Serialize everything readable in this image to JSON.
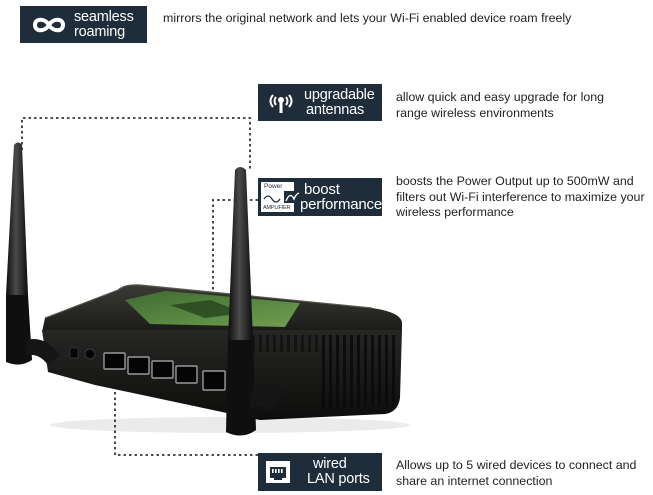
{
  "features": {
    "roaming": {
      "title_line1": "seamless",
      "title_line2": "roaming",
      "desc_line1": "mirrors the original network and lets your Wi-Fi enabled device roam freely",
      "icon": "infinity-icon"
    },
    "antennas": {
      "title_line1": "upgradable",
      "title_line2": "antennas",
      "desc_line1": "allow quick and easy upgrade for long",
      "desc_line2": "range wireless environments",
      "icon": "antenna-signal-icon"
    },
    "performance": {
      "title_line1": "boost",
      "title_line2": "performance",
      "icon_label_top": "Power",
      "icon_label_bottom": "AMPLIFIER",
      "desc_line1": "boosts the Power Output up to 500mW and",
      "desc_line2": "filters out Wi-Fi interference to maximize your",
      "desc_line3": "wireless performance",
      "icon": "power-amplifier-icon"
    },
    "lan": {
      "title_line1": "wired",
      "title_line2": "LAN ports",
      "desc_line1": "Allows up to 5 wired devices to connect and",
      "desc_line2": "share an internet connection",
      "icon": "ethernet-port-icon"
    }
  },
  "colors": {
    "badge_bg": "#1f2d3b",
    "badge_text": "#ffffff",
    "desc_text": "#222222",
    "leader_line": "#333333"
  }
}
